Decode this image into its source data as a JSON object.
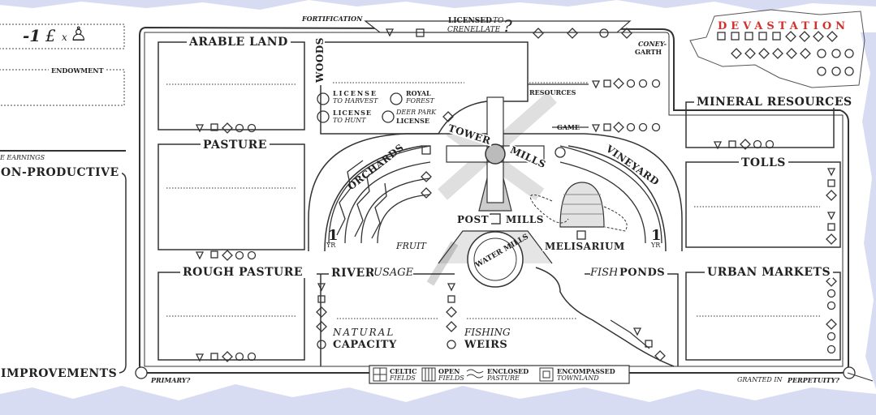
{
  "colors": {
    "ink": "#333333",
    "accent": "#d0312d",
    "paper": "#ffffff",
    "torn_edge": "#d7dcf2"
  },
  "left_panel": {
    "cost": "-1",
    "cost_unit": "£",
    "cost_times": "x",
    "endowment": "ENDOWMENT",
    "earnings": "E EARNINGS",
    "non_productive": "ON-PRODUCTIVE",
    "improvements": "IMPROVEMENTS"
  },
  "top": {
    "fortification": "FORTIFICATION",
    "licensed_to": "LICENSED",
    "licensed_to_italic": "TO",
    "crenellate": "CRENELLATE",
    "question": "?",
    "coney_garth_1": "CONEY-",
    "coney_garth_2": "GARTH"
  },
  "devastation": {
    "title": "DEVASTATION"
  },
  "woods": {
    "title": "WOODS",
    "license_harvest_1": "LICENSE",
    "license_harvest_2": "TO HARVEST",
    "royal_forest_1": "ROYAL",
    "royal_forest_2": "FOREST",
    "license_hunt_1": "LICENSE",
    "license_hunt_2": "TO HUNT",
    "deer_park_1": "DEER PARK",
    "deer_park_2": "LICENSE",
    "resources": "RESOURCES",
    "game": "GAME"
  },
  "land": {
    "arable": "ARABLE LAND",
    "pasture": "PASTURE",
    "rough_pasture": "ROUGH PASTURE",
    "mineral": "MINERAL RESOURCES",
    "tolls": "TOLLS",
    "urban_markets": "URBAN MARKETS"
  },
  "center": {
    "orchards": "ORCHARDS",
    "vineyard": "VINEYARD",
    "fruit": "FRUIT",
    "one_yr_left": "1",
    "yr_left": "YR",
    "one_yr_right": "1",
    "yr_right": "YR",
    "tower": "TOWER",
    "mills": "MILLS",
    "post": "POST",
    "post_mills": "MILLS",
    "water_mills": "WATER MILLS",
    "melisarium": "MELISARIUM"
  },
  "river": {
    "title": "RIVER",
    "usage": "USAGE",
    "natural": "NATURAL",
    "capacity": "CAPACITY",
    "fishing": "FISHING",
    "weirs": "WEIRS",
    "fish": "FISH",
    "ponds": "PONDS"
  },
  "legend": {
    "celtic_1": "CELTIC",
    "celtic_2": "FIELDS",
    "open_1": "OPEN",
    "open_2": "FIELDS",
    "enclosed_1": "ENCLOSED",
    "enclosed_2": "PASTURE",
    "encompassed_1": "ENCOMPASSED",
    "encompassed_2": "TOWNLAND"
  },
  "footer": {
    "primary": "PRIMARY?",
    "granted_in": "GRANTED IN",
    "perpetuity": "PERPETUITY?"
  }
}
